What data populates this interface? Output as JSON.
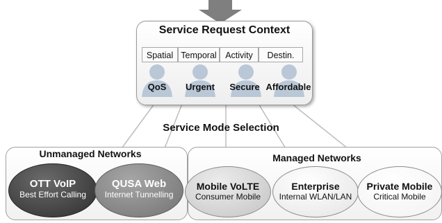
{
  "context": {
    "title": "Service Request Context",
    "tabs": [
      "Spatial",
      "Temporal",
      "Activity",
      "Destin."
    ],
    "attributes": [
      "QoS",
      "Urgent",
      "Secure",
      "Affordable"
    ]
  },
  "mode_selection": "Service Mode Selection",
  "unmanaged": {
    "title": "Unmanaged Networks",
    "modes": [
      {
        "name": "OTT VoIP",
        "desc": "Best Effort Calling"
      },
      {
        "name": "QUSA Web",
        "desc": "Internet Tunnelling"
      }
    ]
  },
  "managed": {
    "title": "Managed Networks",
    "modes": [
      {
        "name": "Mobile VoLTE",
        "desc": "Consumer Mobile"
      },
      {
        "name": "Enterprise",
        "desc": "Internal WLAN/LAN"
      },
      {
        "name": "Private Mobile",
        "desc": "Critical Mobile"
      }
    ]
  },
  "colors": {
    "ott": "#3a3a3a",
    "qusa": "#808080",
    "volte": "#d6d6d6",
    "enterprise": "#f2f2f2",
    "private": "#ffffff",
    "person": "#b9c7d6"
  }
}
